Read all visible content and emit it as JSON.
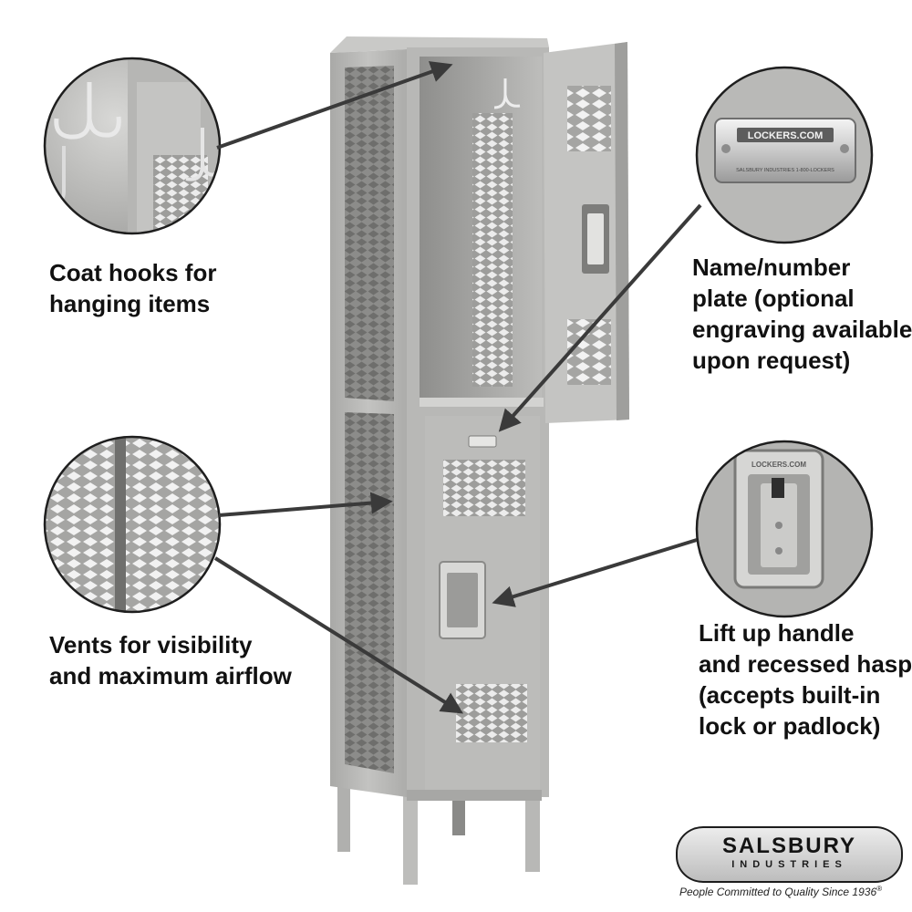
{
  "captions": {
    "hooks": [
      "Coat hooks for",
      "hanging items"
    ],
    "plate": [
      "Name/number",
      "plate (optional",
      "engraving available",
      "upon request)"
    ],
    "vents": [
      "Vents for visibility",
      "and maximum airflow"
    ],
    "handle": [
      "Lift up handle",
      "and recessed hasp",
      "(accepts built-in",
      "lock or padlock)"
    ]
  },
  "plate_text": {
    "brand": "LOCKERS.COM",
    "fine_print": "SALSBURY INDUSTRIES   1-800-LOCKERS"
  },
  "handle_stamp": "LOCKERS.COM",
  "logo": {
    "name": "SALSBURY",
    "sub": "INDUSTRIES",
    "tagline": "People Committed to Quality Since 1936"
  },
  "colors": {
    "locker_gray": "#b4b4b2",
    "callout_arrow": "#3a3a3a",
    "background": "#ffffff"
  }
}
